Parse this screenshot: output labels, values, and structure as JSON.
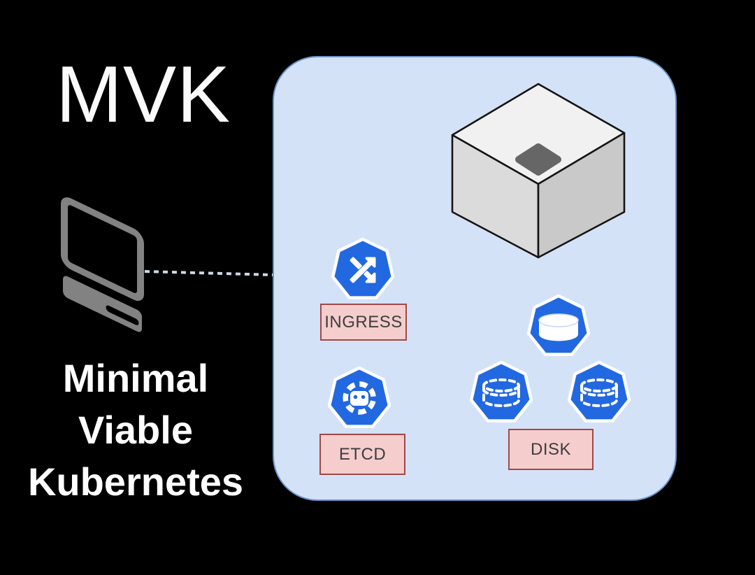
{
  "brand": {
    "title": "MVK",
    "subtitle": {
      "line1": "Minimal",
      "line2": "Viable",
      "line3": "Kubernetes"
    }
  },
  "cluster": {
    "labels": {
      "ingress": "INGRESS",
      "etcd": "ETCD",
      "disk": "DISK"
    }
  },
  "icons": {
    "laptop": "laptop-icon",
    "connector": "dashed-connector-line",
    "node": "cube-node-icon",
    "ingress": "shuffle-arrows-heptagon-icon",
    "etcd": "etcd-gear-heptagon-icon",
    "disk_solid": "solid-cylinder-heptagon-icon",
    "disk_ephemeral": "dashed-cylinder-heptagon-icon"
  },
  "colors": {
    "background": "#000000",
    "title_text": "#fafafa",
    "subtitle_text": "#ffffff",
    "container_fill": "#d4e2f7",
    "container_border": "#6d94c8",
    "kubernetes_blue": "#2268e0",
    "heptagon_outline": "#ffffff",
    "label_fill": "#f5cdcd",
    "label_border": "#a04848",
    "label_text": "#3d3d3d",
    "laptop_gray": "#828282",
    "connector_dash": "#ccd8ea",
    "cube_top": "#f1f1f1",
    "cube_left": "#dbdbdb",
    "cube_right": "#c9c9c9",
    "cube_pad": "#666666",
    "cube_outline": "#151515"
  }
}
